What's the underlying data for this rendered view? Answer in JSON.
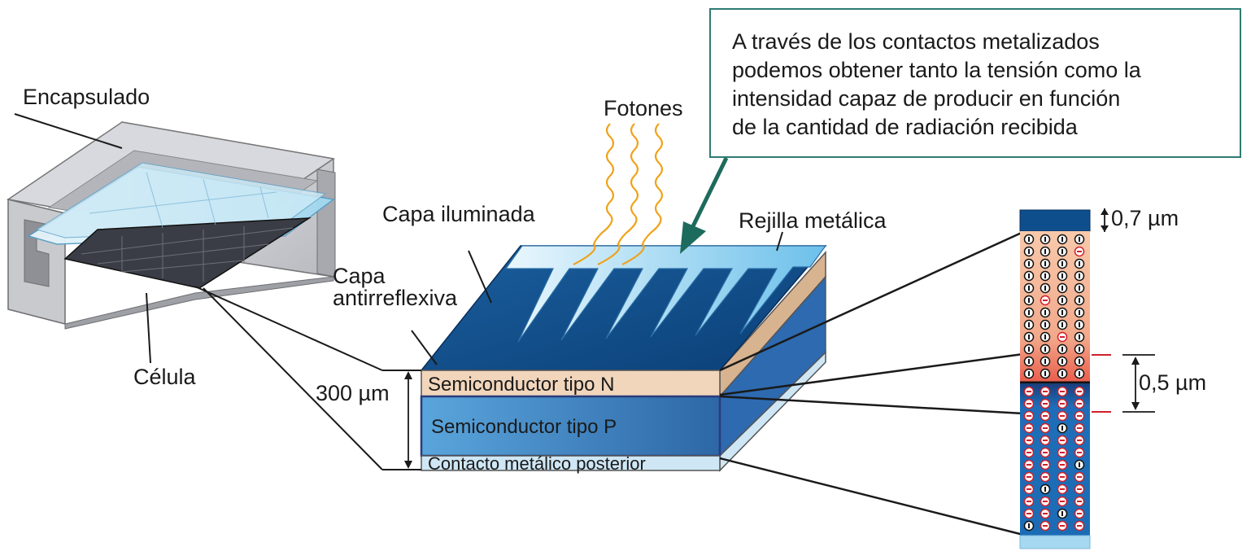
{
  "labels": {
    "encapsulado": "Encapsulado",
    "celula": "Célula",
    "fotones": "Fotones",
    "capa_iluminada": "Capa iluminada",
    "capa": "Capa",
    "antirreflexiva": "antirreflexiva",
    "rejilla_metalica": "Rejilla metálica",
    "semiconductor_n": "Semiconductor tipo N",
    "semiconductor_p": "Semiconductor tipo P",
    "contacto_posterior": "Contacto metálico posterior",
    "espesor_total": "300 µm",
    "espesor_superior": "0,7 µm",
    "espesor_union": "0,5 µm"
  },
  "callout": {
    "lines": [
      "A través de los contactos metalizados",
      "podemos obtener tanto la tensión como la",
      "intensidad capaz de producir en función",
      "de la cantidad de radiación recibida"
    ]
  },
  "colors": {
    "callout_border": "#2f7b72",
    "dark_blue": "#0f4e8c",
    "light_blue": "#8fd0ee",
    "n_layer": "#f2d6bc",
    "p_layer": "#3d7ec0",
    "photon": "#f0a21a",
    "junction_marker": "#d0202a"
  },
  "icons": {
    "electron": "electron-icon",
    "hole": "hole-icon",
    "photon": "photon-wave-icon"
  }
}
